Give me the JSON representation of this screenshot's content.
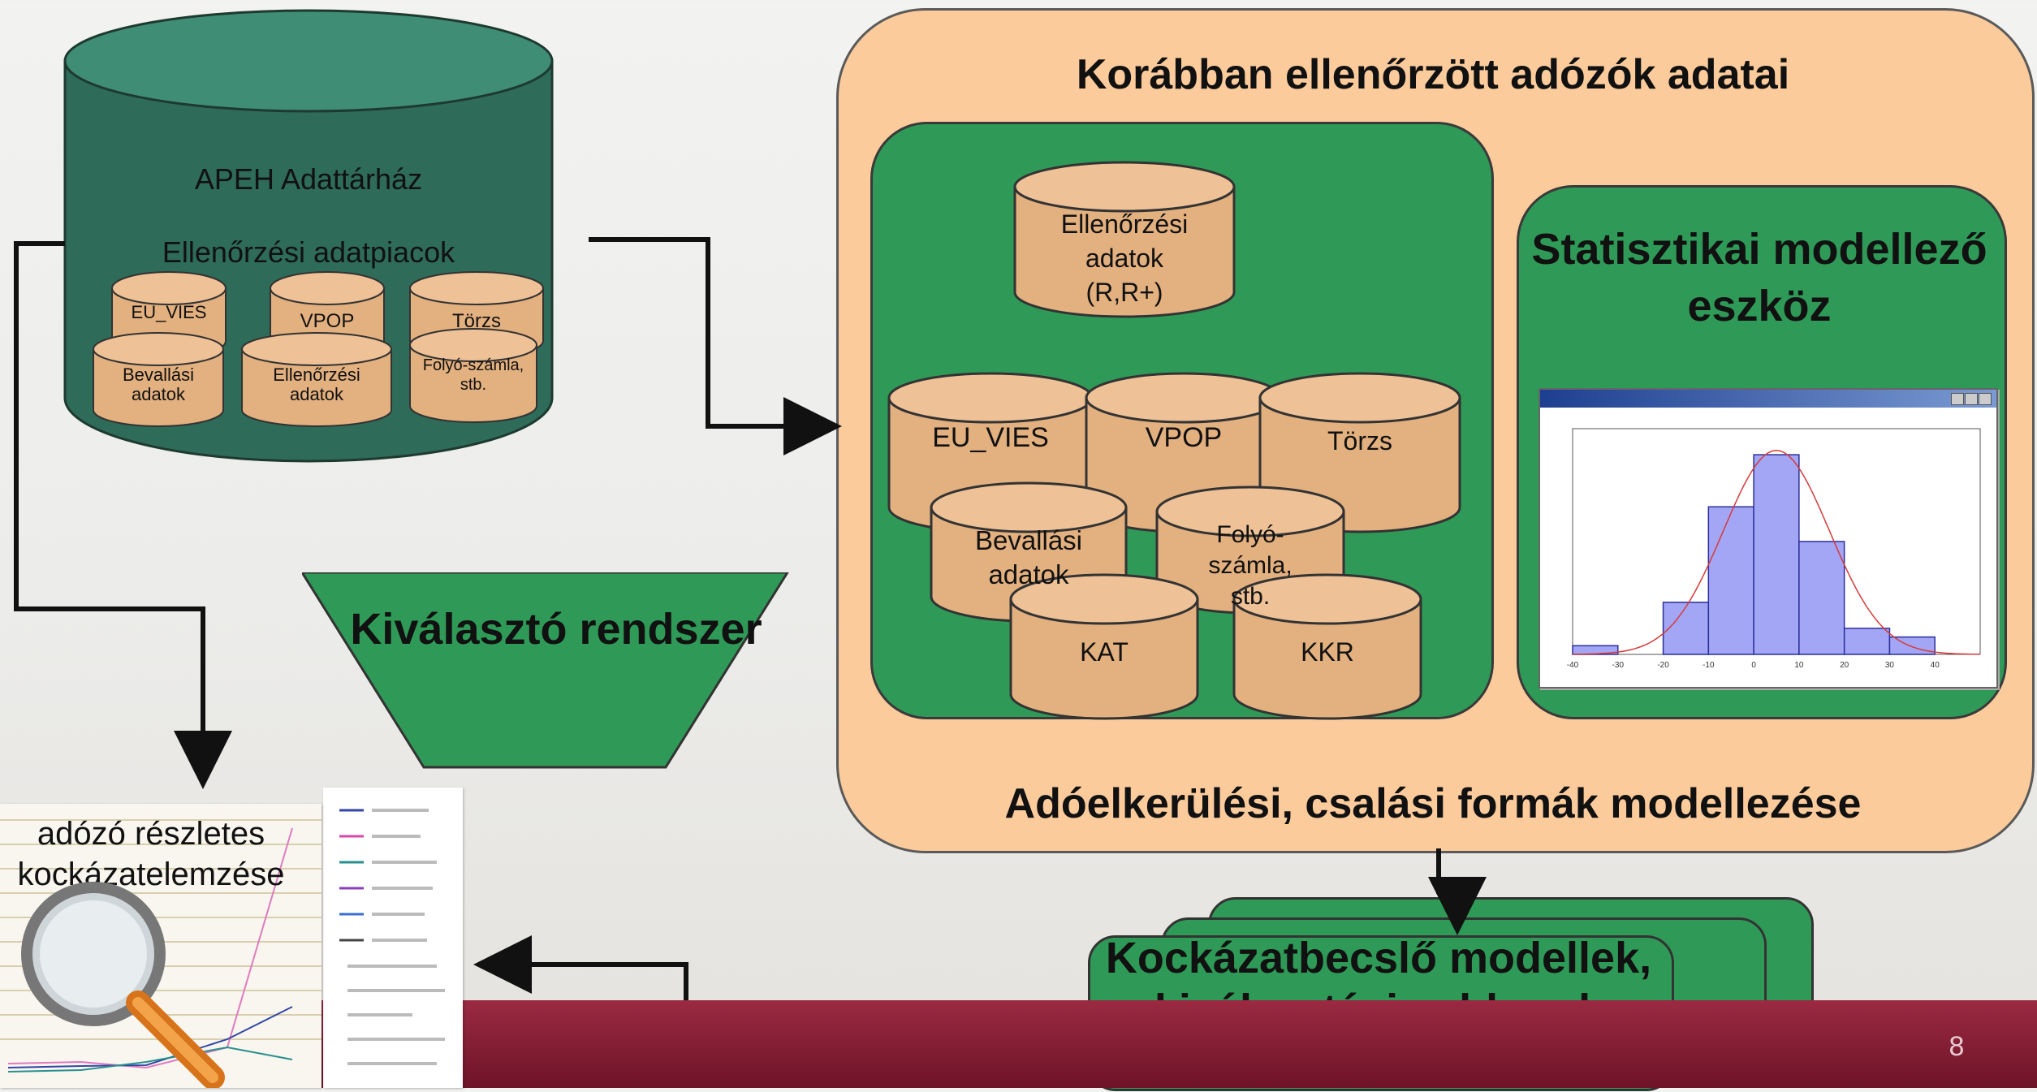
{
  "data_warehouse": {
    "title": "APEH Adattárház",
    "subtitle": "Ellenőrzési adatpiacok",
    "items": [
      "EU_VIES",
      "VPOP",
      "Törzs",
      "Bevallási adatok",
      "Ellenőrzési adatok",
      "Folyó-számla, stb."
    ]
  },
  "panel": {
    "title": "Korábban ellenőrzött adózók adatai",
    "footer": "Adóelkerülési, csalási formák modellezése",
    "control_data": "Ellenőrzési adatok (R,R+)",
    "databases": [
      "EU_VIES",
      "VPOP",
      "Törzs",
      "Bevallási adatok",
      "Folyó-számla, stb.",
      "KAT",
      "KKR"
    ],
    "stat_tool_title": "Statisztikai modellező eszköz"
  },
  "selector": {
    "label": "Kiválasztó rendszer"
  },
  "risk_models": {
    "label": "Kockázatbecslő modellek, kiválasztási sablonok"
  },
  "analysis": {
    "label": "adózó részletes kockázatelemzése"
  },
  "slide": {
    "page_number": "8"
  },
  "colors": {
    "panel_fill": "#fbcb9c",
    "green_box": "#2f9a57",
    "dark_cylinder": "#2f6b58",
    "tan_cylinder": "#e3b07f",
    "bar_fill": "#a3a6f5",
    "footer_bar": "#8a2038"
  },
  "icons": [
    "magnifier-icon"
  ],
  "chart_data": {
    "type": "bar",
    "categories": [
      "-40",
      "-30",
      "-20",
      "-10",
      "0",
      "10",
      "20",
      "30",
      "40"
    ],
    "values": [
      1,
      0,
      6,
      17,
      23,
      13,
      3,
      2,
      0
    ],
    "ylim": [
      0,
      26
    ],
    "grid": false,
    "overlay": "normal curve"
  }
}
